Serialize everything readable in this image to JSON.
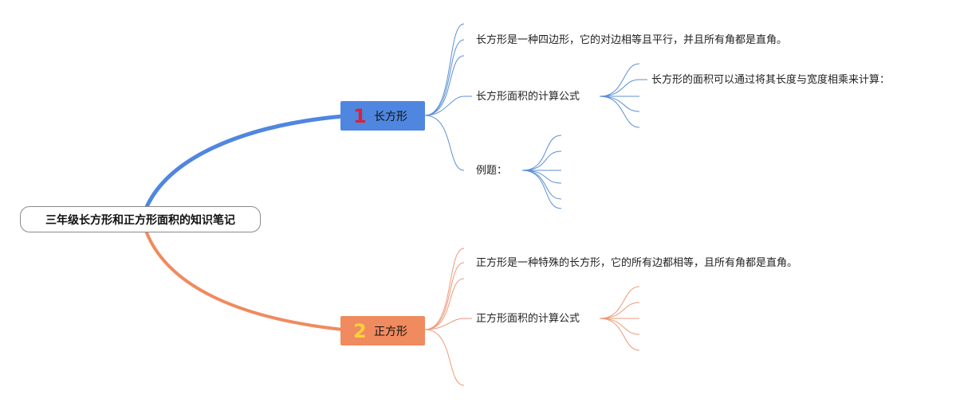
{
  "root": {
    "label": "三年级长方形和正方形面积的知识笔记"
  },
  "branches": [
    {
      "number": "1",
      "label": "长方形",
      "color": "#4f86e0",
      "children": {
        "definition": "长方形是一种四边形，它的对边相等且平行，并且所有角都是直角。",
        "formula": "长方形面积的计算公式",
        "formula_detail": "长方形的面积可以通过将其长度与宽度相乘来计算：",
        "example": "例题："
      }
    },
    {
      "number": "2",
      "label": "正方形",
      "color": "#f08a5f",
      "children": {
        "definition": "正方形是一种特殊的长方形，它的所有边都相等，且所有角都是直角。",
        "formula": "正方形面积的计算公式"
      }
    }
  ],
  "colors": {
    "blue": "#4f86e0",
    "orange": "#f08a5f",
    "blue_line": "#5b8fd6",
    "orange_line": "#ee9a78"
  }
}
